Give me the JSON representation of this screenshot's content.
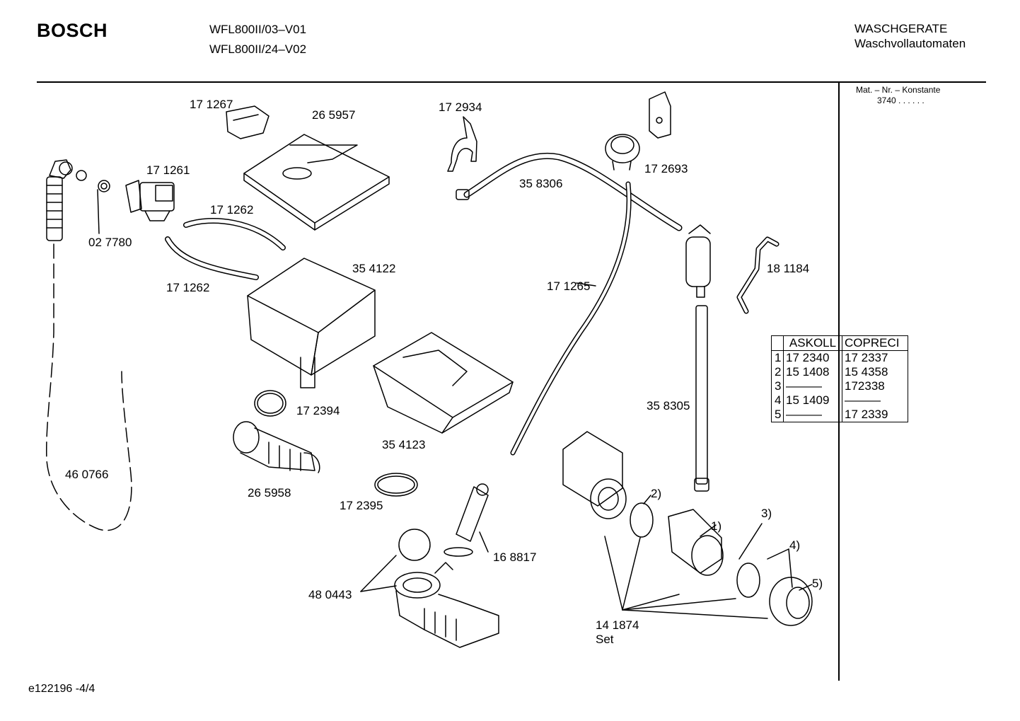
{
  "header": {
    "brand": "BOSCH",
    "model_1": "WFL800II/03–V01",
    "model_2": "WFL800II/24–V02",
    "category_1": "WASCHGERATE",
    "category_2": "Waschvollautomaten",
    "mat_label": "Mat. – Nr. – Konstante",
    "mat_value": "3740  .  .  .  .  .  ."
  },
  "parts": {
    "p171267": "17 1267",
    "p265957": "26 5957",
    "p172934": "17 2934",
    "p172693": "17 2693",
    "p171261": "17 1261",
    "p358306": "35 8306",
    "p171262a": "17 1262",
    "p027780": "02 7780",
    "p354122": "35 4122",
    "p171262b": "17 1262",
    "p171265": "17 1265",
    "p181184": "18 1184",
    "p172394": "17 2394",
    "p358305": "35 8305",
    "p354123": "35 4123",
    "p460766": "46 0766",
    "p265958": "26 5958",
    "p172395": "17 2395",
    "p168817": "16 8817",
    "p480443": "48 0443",
    "p141874": "14 1874",
    "set": "Set",
    "n1": "1)",
    "n2": "2)",
    "n3": "3)",
    "n4": "4)",
    "n5": "5)"
  },
  "variant_table": {
    "headers": [
      "",
      "ASKOLL",
      "COPRECI"
    ],
    "rows": [
      [
        "1",
        "17 2340",
        "17 2337"
      ],
      [
        "2",
        "15 1408",
        "15 4358"
      ],
      [
        "3",
        "———",
        "172338"
      ],
      [
        "4",
        "15 1409",
        "———"
      ],
      [
        "5",
        "———",
        "17 2339"
      ]
    ]
  },
  "footer": {
    "code": "e122196 -4/4"
  }
}
